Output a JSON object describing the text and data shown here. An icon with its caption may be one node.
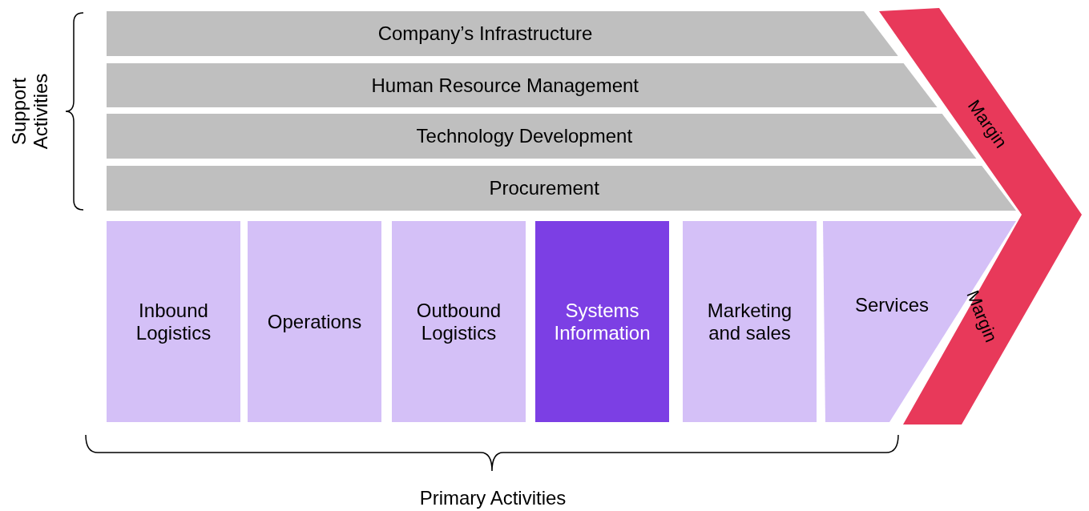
{
  "diagram": {
    "nodes": [
      {
        "text": [
          "Company’s Infrastructure"
        ]
      },
      {
        "text": [
          "Human Resource Management"
        ]
      },
      {
        "text": [
          "Technology Development"
        ]
      },
      {
        "text": [
          "Procurement"
        ]
      },
      {
        "text": [
          "Inbound Logistics"
        ]
      },
      {
        "text": [
          "Operations"
        ]
      },
      {
        "text": [
          "Outbound Logistics"
        ]
      },
      {
        "text": [
          "Systems Information"
        ]
      },
      {
        "text": [
          "Marketing and sales"
        ]
      },
      {
        "text": [
          "Services"
        ]
      },
      {
        "text": [
          "Margin",
          "Margin"
        ]
      }
    ],
    "edges": [],
    "labels": [
      "Support Activities",
      "Primary Activities"
    ]
  }
}
